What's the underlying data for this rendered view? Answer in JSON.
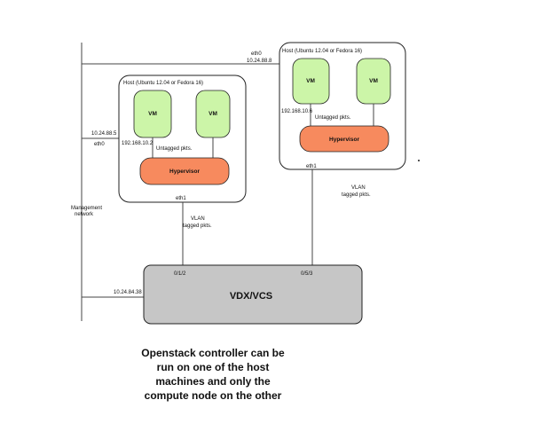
{
  "hosts": [
    {
      "title": "Host (Ubuntu 12.04 or Fedora 16)",
      "vm_labels": [
        "VM",
        "VM"
      ],
      "vm_ip": "192.168.10.2",
      "untagged": "Untagged pkts.",
      "hypervisor": "Hypervisor",
      "eth1": "eth1",
      "eth0": "eth0",
      "mgmt_ip": "10.24.88.5",
      "vlan": "VLAN",
      "tagged": "tagged pkts.",
      "port": "0/1/2"
    },
    {
      "title": "Host (Ubuntu 12.04 or Fedora 16)",
      "vm_labels": [
        "VM",
        "VM"
      ],
      "vm_ip": "192.168.10.6",
      "untagged": "Untagged pkts.",
      "hypervisor": "Hypervisor",
      "eth1": "eth1",
      "eth0": "eth0",
      "mgmt_ip": "10.24.88.8",
      "vlan": "VLAN",
      "tagged": "tagged pkts.",
      "port": "0/5/3"
    }
  ],
  "management": {
    "line1": "Management",
    "line2": "network"
  },
  "switch": {
    "label": "VDX/VCS",
    "mgmt_ip": "10.24.84.38"
  },
  "caption": "Openstack controller can be\nrun on one of the host\nmachines and only the\ncompute node on the other",
  "colors": {
    "vm_fill": "#ccf5a8",
    "hypervisor_fill": "#f78a5e",
    "switch_fill": "#c6c6c6"
  }
}
